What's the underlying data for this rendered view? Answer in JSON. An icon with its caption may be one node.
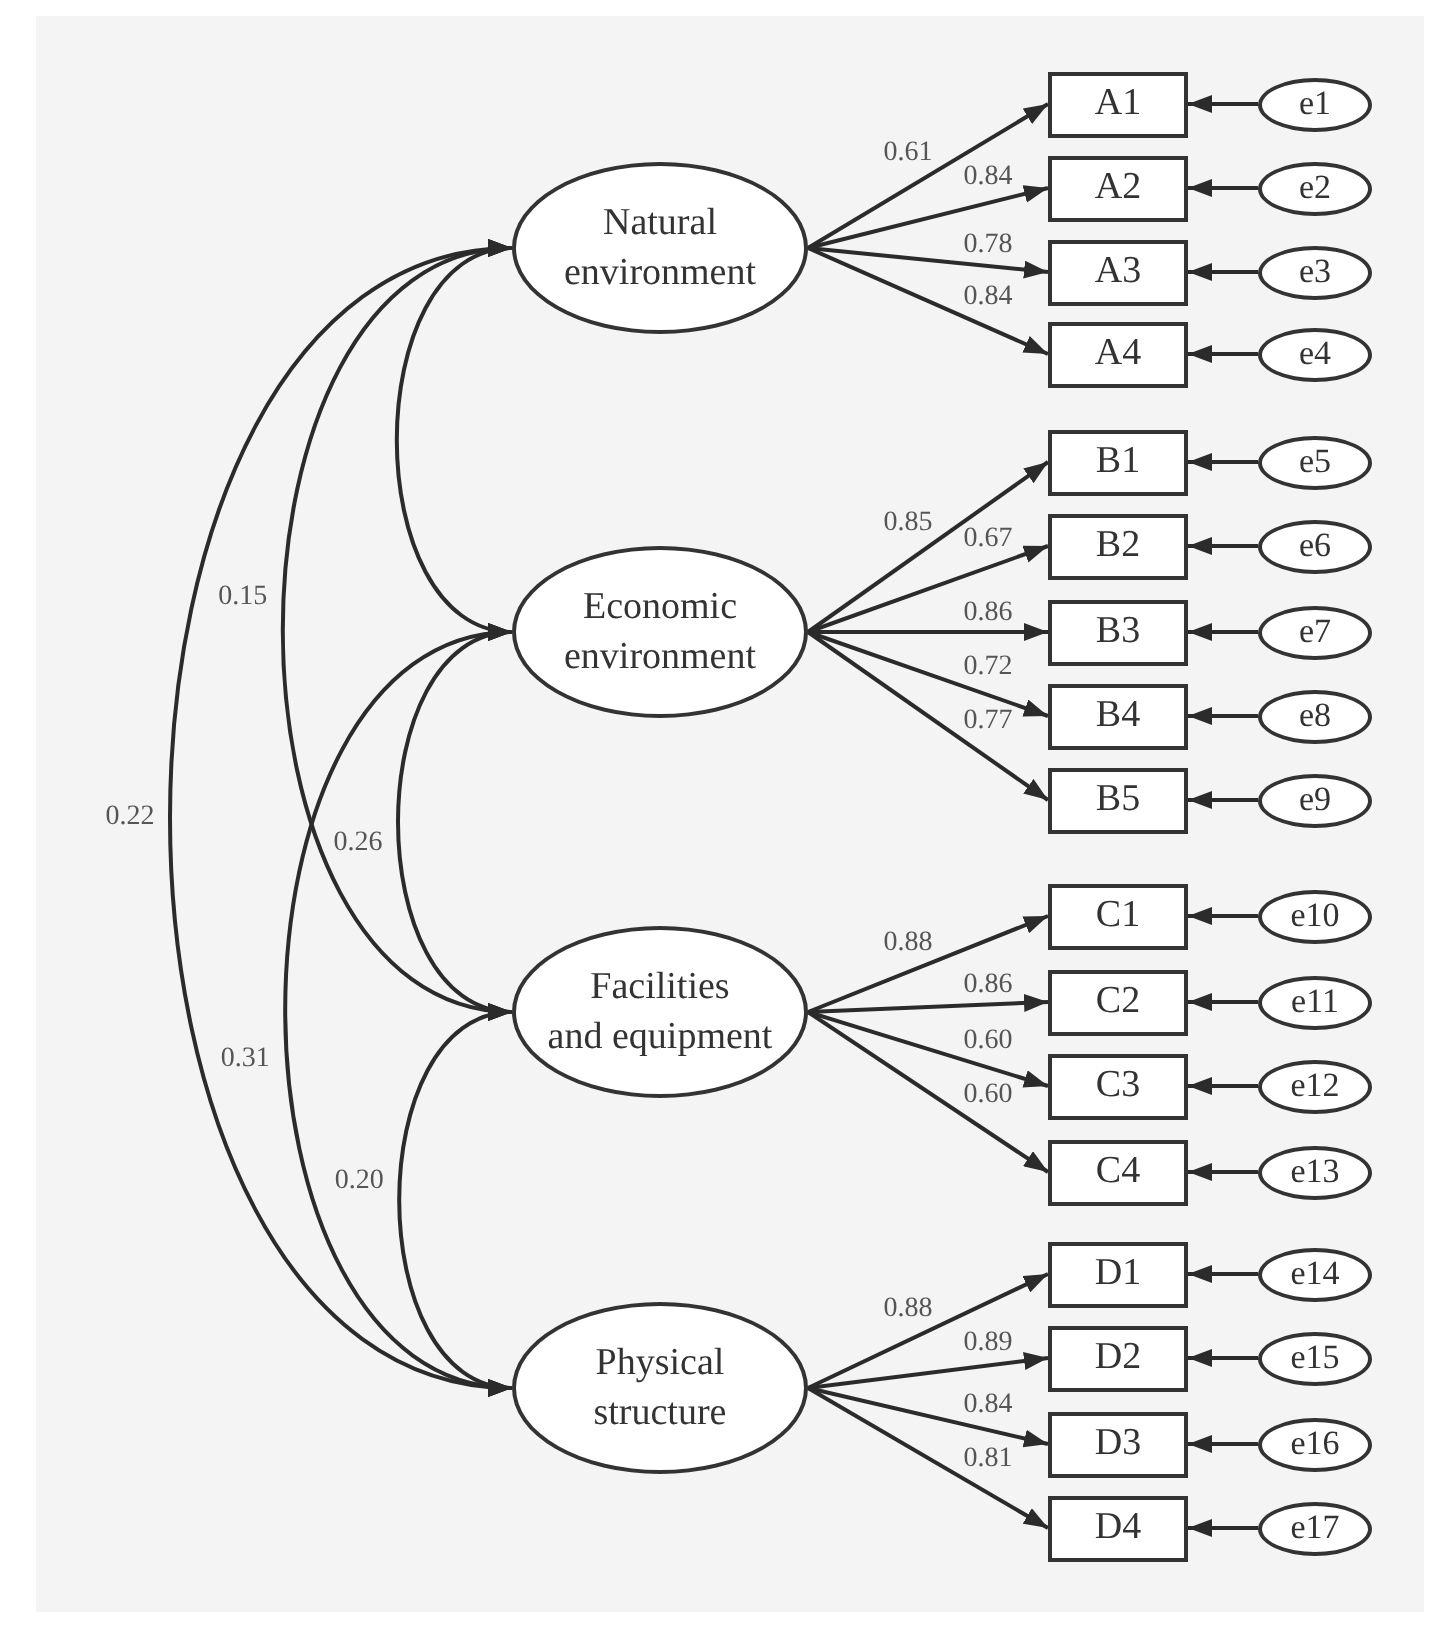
{
  "diagram": {
    "nodes": [
      {
        "text": [
          "Natural environment"
        ]
      },
      {
        "text": [
          "Economic environment"
        ]
      },
      {
        "text": [
          "Facilities and equipment"
        ]
      },
      {
        "text": [
          "Physical structure"
        ]
      },
      {
        "text": [
          "A1"
        ]
      },
      {
        "text": [
          "A2"
        ]
      },
      {
        "text": [
          "A3"
        ]
      },
      {
        "text": [
          "A4"
        ]
      },
      {
        "text": [
          "B1"
        ]
      },
      {
        "text": [
          "B2"
        ]
      },
      {
        "text": [
          "B3"
        ]
      },
      {
        "text": [
          "B4"
        ]
      },
      {
        "text": [
          "B5"
        ]
      },
      {
        "text": [
          "C1"
        ]
      },
      {
        "text": [
          "C2"
        ]
      },
      {
        "text": [
          "C3"
        ]
      },
      {
        "text": [
          "C4"
        ]
      },
      {
        "text": [
          "D1"
        ]
      },
      {
        "text": [
          "D2"
        ]
      },
      {
        "text": [
          "D3"
        ]
      },
      {
        "text": [
          "D4"
        ]
      },
      {
        "text": [
          "e1"
        ]
      },
      {
        "text": [
          "e2"
        ]
      },
      {
        "text": [
          "e3"
        ]
      },
      {
        "text": [
          "e4"
        ]
      },
      {
        "text": [
          "e5"
        ]
      },
      {
        "text": [
          "e6"
        ]
      },
      {
        "text": [
          "e7"
        ]
      },
      {
        "text": [
          "e8"
        ]
      },
      {
        "text": [
          "e9"
        ]
      },
      {
        "text": [
          "e10"
        ]
      },
      {
        "text": [
          "e11"
        ]
      },
      {
        "text": [
          "e12"
        ]
      },
      {
        "text": [
          "e13"
        ]
      },
      {
        "text": [
          "e14"
        ]
      },
      {
        "text": [
          "e15"
        ]
      },
      {
        "text": [
          "e16"
        ]
      },
      {
        "text": [
          "e17"
        ]
      }
    ],
    "edges": [
      {
        "from": 0,
        "to": 4,
        "arrow": "to",
        "label": "0.61"
      },
      {
        "from": 0,
        "to": 5,
        "arrow": "to",
        "label": "0.84"
      },
      {
        "from": 0,
        "to": 6,
        "arrow": "to",
        "label": "0.78"
      },
      {
        "from": 0,
        "to": 7,
        "arrow": "to",
        "label": "0.84"
      },
      {
        "from": 1,
        "to": 8,
        "arrow": "to",
        "label": "0.85"
      },
      {
        "from": 1,
        "to": 9,
        "arrow": "to",
        "label": "0.67"
      },
      {
        "from": 1,
        "to": 10,
        "arrow": "to",
        "label": "0.86"
      },
      {
        "from": 1,
        "to": 11,
        "arrow": "to",
        "label": "0.72"
      },
      {
        "from": 1,
        "to": 12,
        "arrow": "to",
        "label": "0.77"
      },
      {
        "from": 2,
        "to": 13,
        "arrow": "to",
        "label": "0.88"
      },
      {
        "from": 2,
        "to": 14,
        "arrow": "to",
        "label": "0.86"
      },
      {
        "from": 2,
        "to": 15,
        "arrow": "to",
        "label": "0.60"
      },
      {
        "from": 2,
        "to": 16,
        "arrow": "to",
        "label": "0.60"
      },
      {
        "from": 3,
        "to": 17,
        "arrow": "to",
        "label": "0.88"
      },
      {
        "from": 3,
        "to": 18,
        "arrow": "to",
        "label": "0.89"
      },
      {
        "from": 3,
        "to": 19,
        "arrow": "to",
        "label": "0.84"
      },
      {
        "from": 3,
        "to": 20,
        "arrow": "to",
        "label": "0.81"
      },
      {
        "from": 21,
        "to": 4,
        "arrow": "to"
      },
      {
        "from": 22,
        "to": 5,
        "arrow": "to"
      },
      {
        "from": 23,
        "to": 6,
        "arrow": "to"
      },
      {
        "from": 24,
        "to": 7,
        "arrow": "to"
      },
      {
        "from": 25,
        "to": 8,
        "arrow": "to"
      },
      {
        "from": 26,
        "to": 9,
        "arrow": "to"
      },
      {
        "from": 27,
        "to": 10,
        "arrow": "to"
      },
      {
        "from": 28,
        "to": 11,
        "arrow": "to"
      },
      {
        "from": 29,
        "to": 12,
        "arrow": "to"
      },
      {
        "from": 30,
        "to": 13,
        "arrow": "to"
      },
      {
        "from": 31,
        "to": 14,
        "arrow": "to"
      },
      {
        "from": 32,
        "to": 15,
        "arrow": "to"
      },
      {
        "from": 33,
        "to": 16,
        "arrow": "to"
      },
      {
        "from": 34,
        "to": 17,
        "arrow": "to"
      },
      {
        "from": 35,
        "to": 18,
        "arrow": "to"
      },
      {
        "from": 36,
        "to": 19,
        "arrow": "to"
      },
      {
        "from": 37,
        "to": 20,
        "arrow": "to"
      },
      {
        "from": 0,
        "to": 1,
        "arrow": "both"
      },
      {
        "from": 0,
        "to": 2,
        "arrow": "both",
        "label": "0.15"
      },
      {
        "from": 0,
        "to": 3,
        "arrow": "both",
        "label": "0.22"
      },
      {
        "from": 1,
        "to": 2,
        "arrow": "both",
        "label": "0.26"
      },
      {
        "from": 1,
        "to": 3,
        "arrow": "both",
        "label": "0.31"
      },
      {
        "from": 2,
        "to": 3,
        "arrow": "both",
        "label": "0.20"
      }
    ]
  }
}
